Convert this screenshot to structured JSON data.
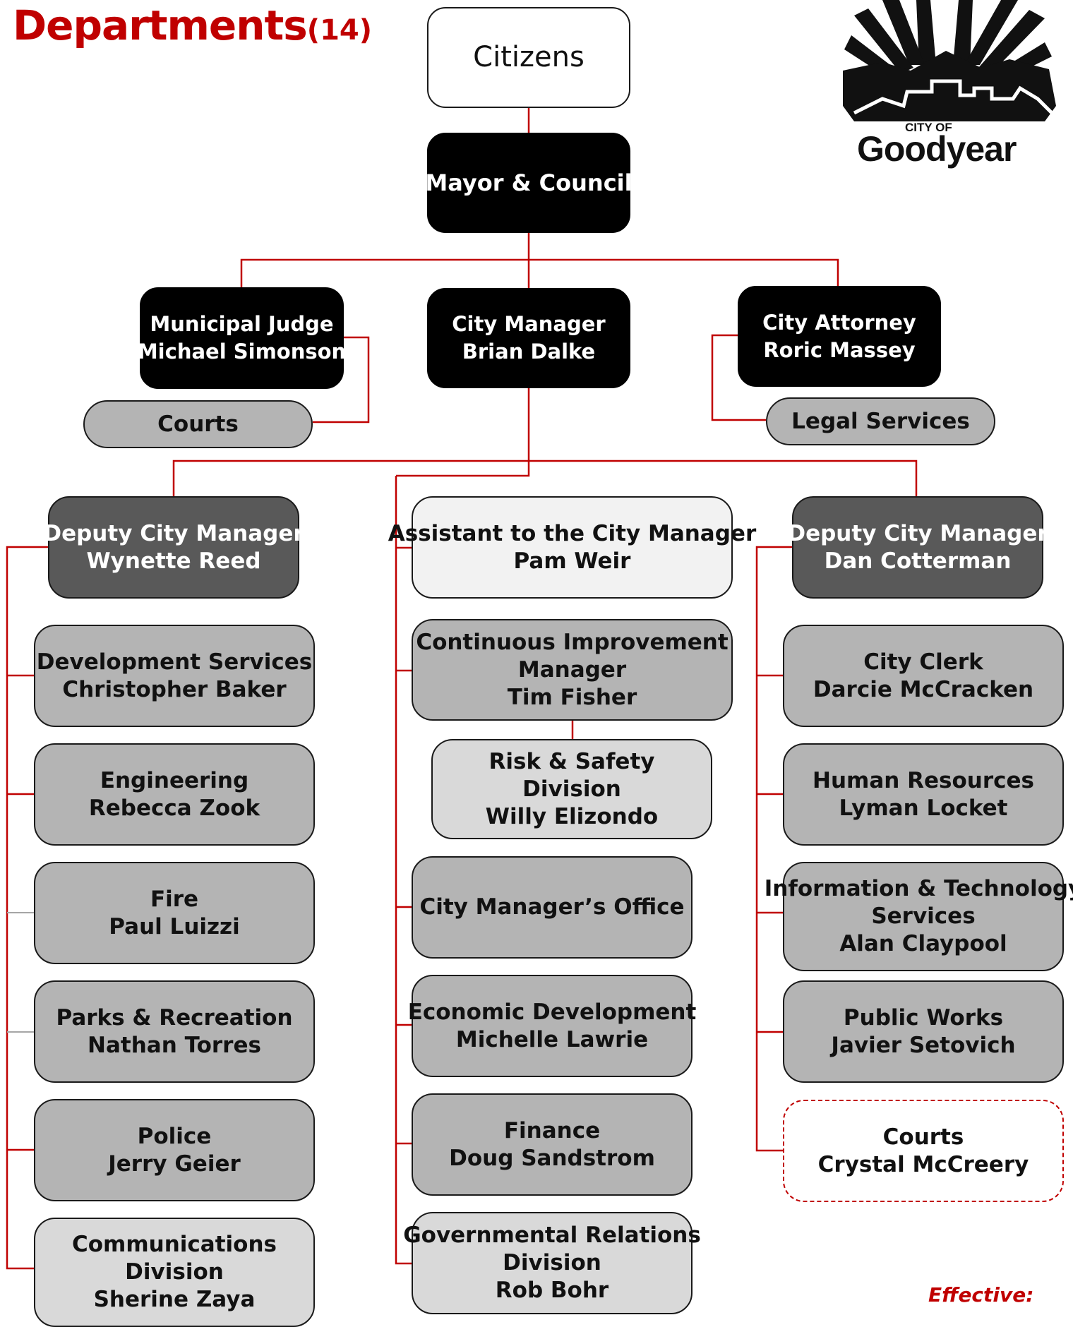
{
  "header": {
    "title": "Departments",
    "count": "(14)"
  },
  "logo": {
    "small": "CITY OF",
    "name": "Goodyear",
    "icon": "city-of-goodyear-logo"
  },
  "colors": {
    "connector": "#c00000",
    "accent_red": "#c00000",
    "box_black": "#000000",
    "box_dark": "#595959",
    "box_mid": "#b4b4b4",
    "box_light": "#d9d9d9",
    "box_pale": "#f2f2f2"
  },
  "top": {
    "citizens": {
      "line1": "Citizens"
    },
    "mayor": {
      "line1": "Mayor & Council"
    }
  },
  "judge": {
    "line1": "Municipal Judge",
    "line2": "Michael Simonson",
    "sub": "Courts"
  },
  "manager": {
    "line1": "City Manager",
    "line2": "Brian Dalke"
  },
  "attorney": {
    "line1": "City Attorney",
    "line2": "Roric Massey",
    "sub": "Legal Services"
  },
  "left": {
    "head": {
      "line1": "Deputy City Manager",
      "line2": "Wynette Reed"
    },
    "items": [
      {
        "line1": "Development Services",
        "line2": "Christopher Baker"
      },
      {
        "line1": "Engineering",
        "line2": "Rebecca Zook"
      },
      {
        "line1": "Fire",
        "line2": "Paul Luizzi"
      },
      {
        "line1": "Parks & Recreation",
        "line2": "Nathan Torres"
      },
      {
        "line1": "Police",
        "line2": "Jerry Geier"
      },
      {
        "line1": "Communications",
        "line2": "Division",
        "line3": "Sherine Zaya"
      }
    ]
  },
  "center": {
    "head": {
      "line1": "Assistant to the City Manager",
      "line2": "Pam Weir"
    },
    "items": [
      {
        "line1": "Continuous Improvement",
        "line2": "Manager",
        "line3": "Tim Fisher"
      },
      {
        "line1": "Risk & Safety",
        "line2": "Division",
        "line3": "Willy Elizondo"
      },
      {
        "line1": "City Manager’s Office"
      },
      {
        "line1": "Economic Development",
        "line2": "Michelle Lawrie"
      },
      {
        "line1": "Finance",
        "line2": "Doug Sandstrom"
      },
      {
        "line1": "Governmental Relations",
        "line2": "Division",
        "line3": "Rob Bohr"
      }
    ]
  },
  "right": {
    "head": {
      "line1": "Deputy City Manager",
      "line2": "Dan Cotterman"
    },
    "items": [
      {
        "line1": "City Clerk",
        "line2": "Darcie McCracken"
      },
      {
        "line1": "Human Resources",
        "line2": "Lyman Locket"
      },
      {
        "line1": "Information & Technology",
        "line2": "Services",
        "line3": "Alan Claypool"
      },
      {
        "line1": "Public Works",
        "line2": "Javier Setovich"
      },
      {
        "line1": "Courts",
        "line2": "Crystal McCreery"
      }
    ]
  },
  "footer": {
    "effective": "Effective:"
  }
}
